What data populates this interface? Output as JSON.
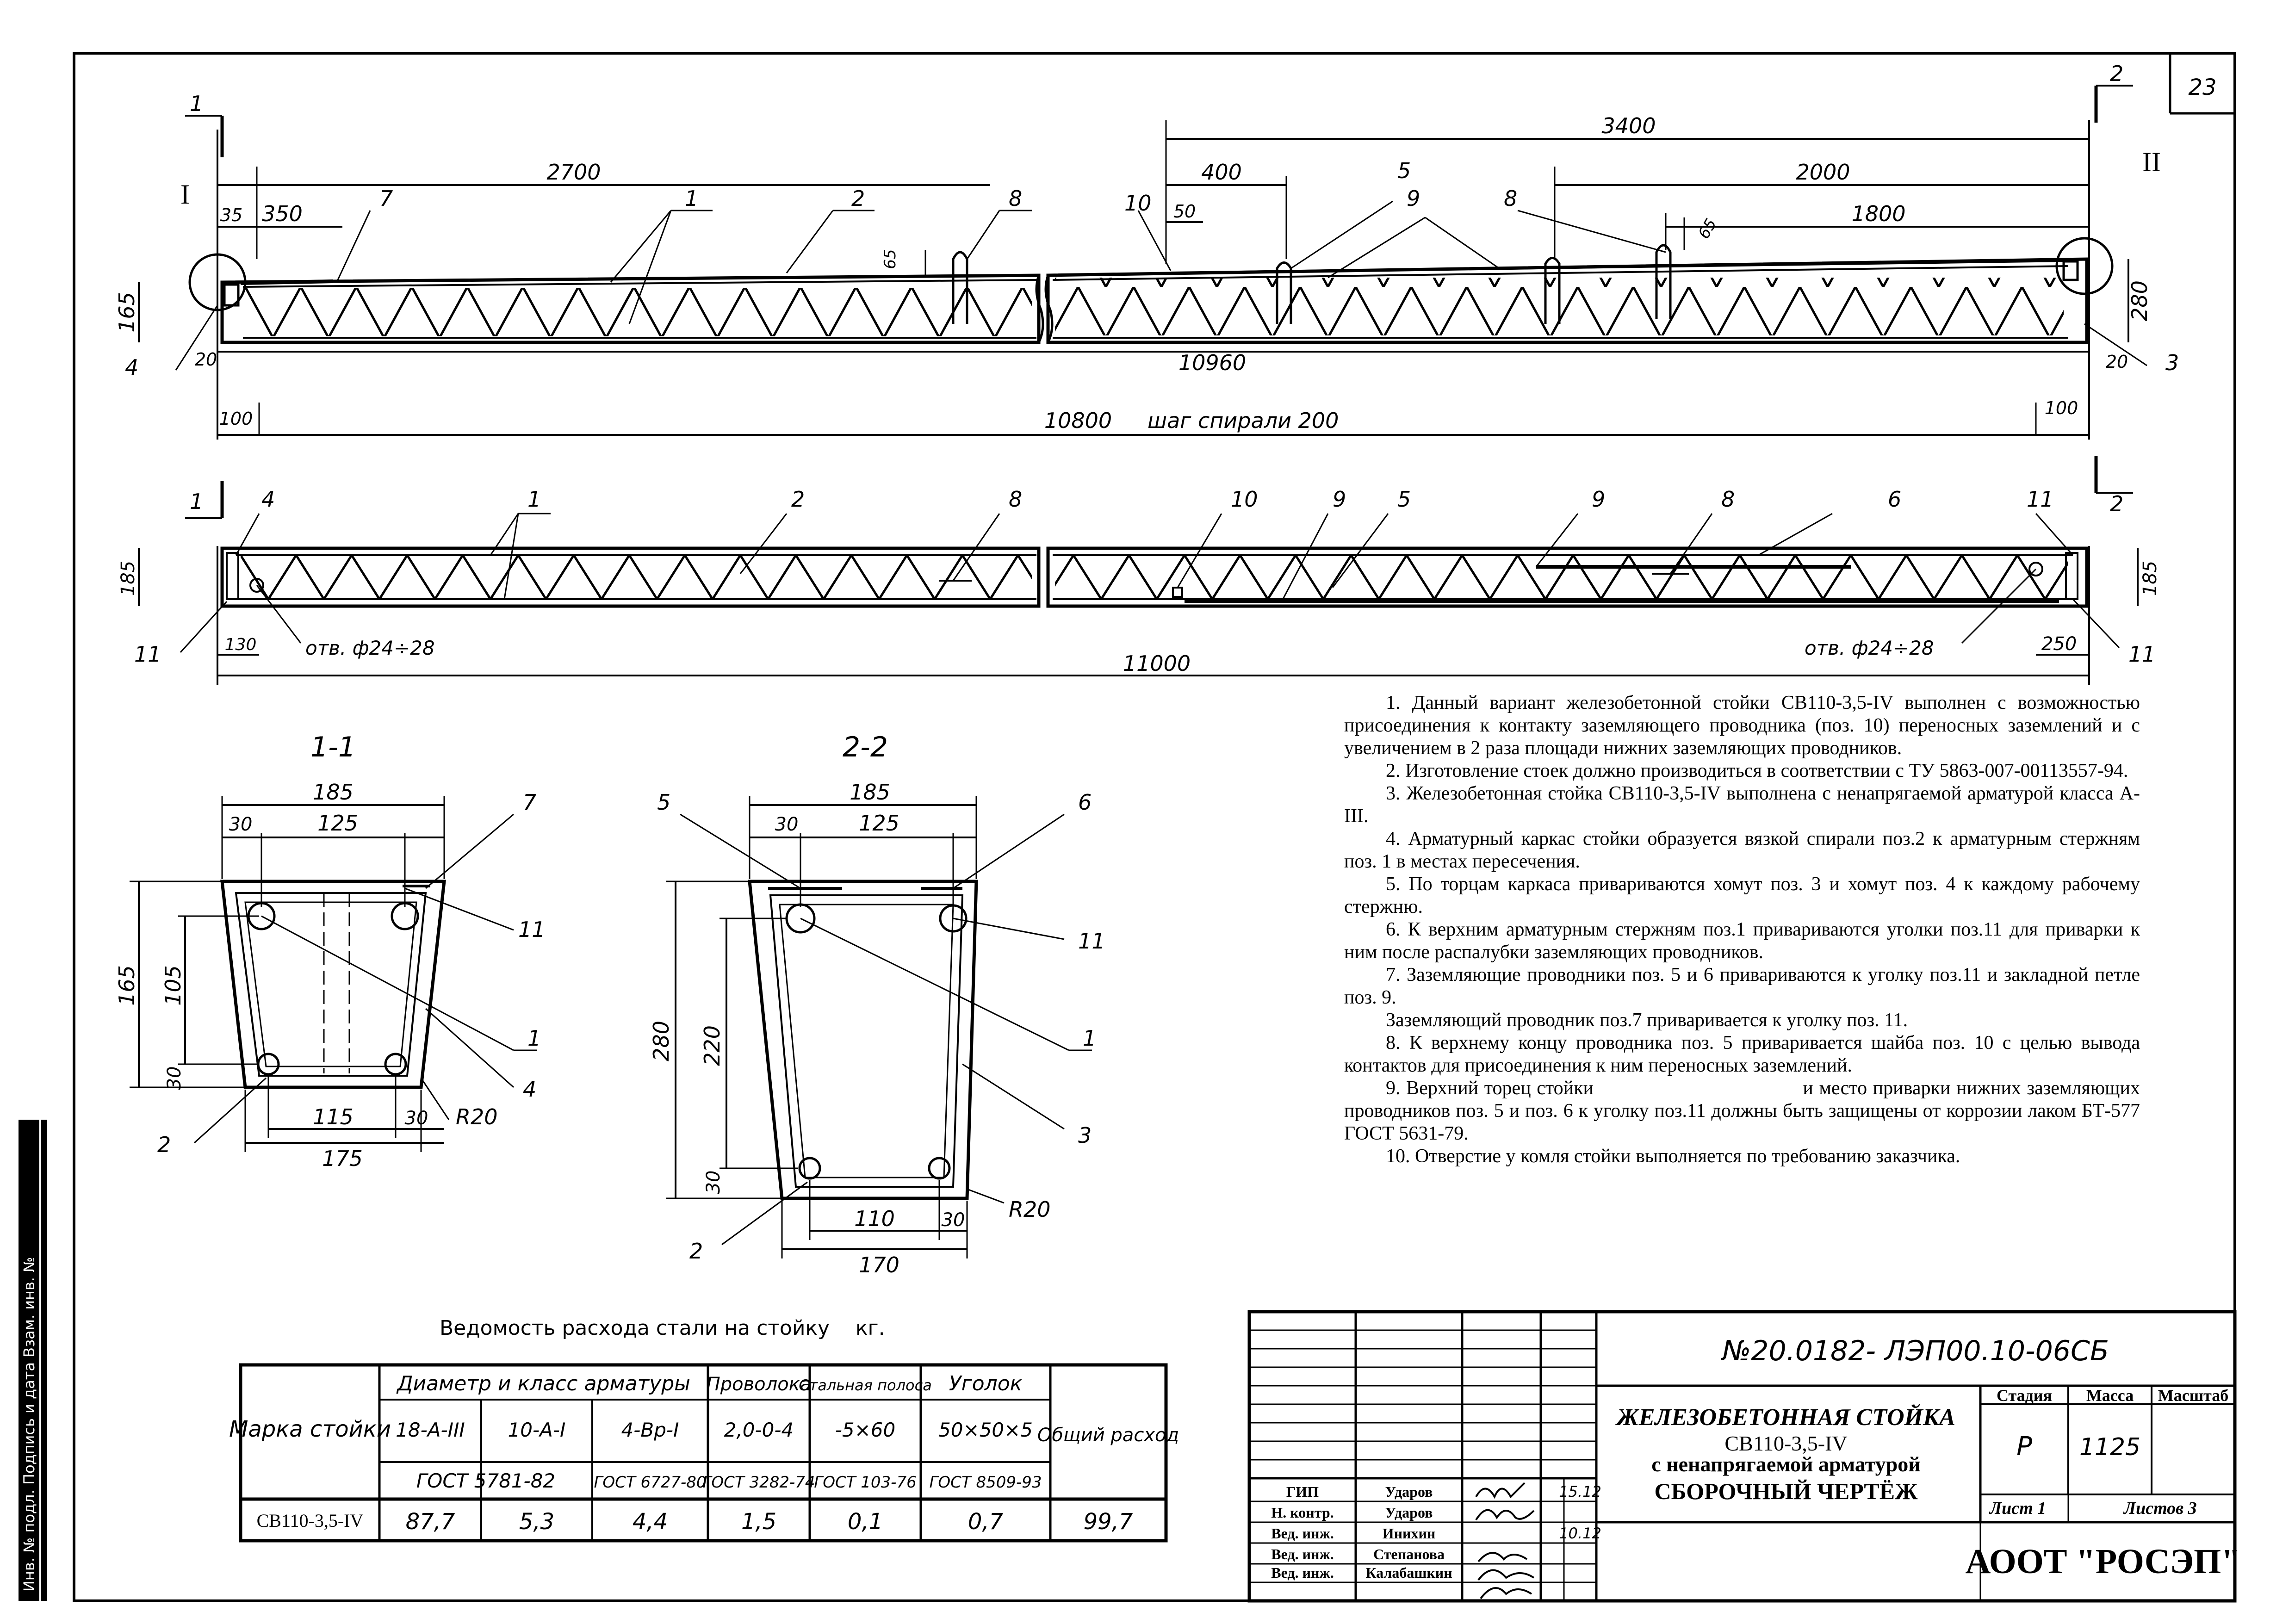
{
  "sheet": {
    "sheet_number": "23",
    "doc_code": "№20.0182- ЛЭП00.10-06СБ",
    "title_lines": [
      "ЖЕЛЕЗОБЕТОННАЯ СТОЙКА",
      "СВ110-3,5-IV",
      "с ненапрягаемой арматурой",
      "СБОРОЧНЫЙ ЧЕРТЁЖ"
    ],
    "stage_label": "Стадия",
    "mass_label": "Масса",
    "scale_label": "Масштаб",
    "stage": "Р",
    "mass": "1125",
    "sheet_label": "Лист 1",
    "sheets_label": "Листов 3",
    "company": "АООТ \"РОСЭП\"",
    "signatures": [
      {
        "role": "ГИП",
        "name": "Ударов",
        "date": "15.12"
      },
      {
        "role": "Н. контр.",
        "name": "Ударов",
        "date": ""
      },
      {
        "role": "Вед. инж.",
        "name": "Инихин",
        "date": "10.12"
      },
      {
        "role": "Вед. инж.",
        "name": "Степанова",
        "date": ""
      },
      {
        "role": "Вед. инж.",
        "name": "Калабашкин",
        "date": ""
      }
    ],
    "side_stamp": "Инв. № подл.   Подпись и дата   Взам. инв. №"
  },
  "elevation": {
    "dims": {
      "d2700": "2700",
      "d350": "350",
      "d35": "35",
      "d165": "165",
      "d20": "20",
      "d10960": "10960",
      "d100": "100",
      "d10800": "10800",
      "spiral": "шаг спирали 200",
      "d3400": "3400",
      "d400": "400",
      "d50": "50",
      "d2000": "2000",
      "d1800": "1800",
      "d65": "65",
      "d280": "280"
    },
    "callouts": [
      "1",
      "2",
      "3",
      "4",
      "5",
      "7",
      "8",
      "9",
      "10"
    ],
    "detail_marks": [
      "I",
      "II"
    ],
    "section_marks": [
      "1",
      "2"
    ]
  },
  "plan": {
    "dims": {
      "d185": "185",
      "d130": "130",
      "d250": "250",
      "d11000": "11000"
    },
    "hole_note": "отв. ф24÷28",
    "callouts": [
      "1",
      "2",
      "4",
      "5",
      "6",
      "8",
      "9",
      "10",
      "11"
    ]
  },
  "section11": {
    "title": "1-1",
    "dims": {
      "w185": "185",
      "w30": "30",
      "w125": "125",
      "h165": "165",
      "h105": "105",
      "h30": "30",
      "b115": "115",
      "b30": "30",
      "b175": "175",
      "r20": "R20"
    },
    "callouts": [
      "1",
      "2",
      "4",
      "7",
      "11"
    ]
  },
  "section22": {
    "title": "2-2",
    "dims": {
      "w185": "185",
      "w30": "30",
      "w125": "125",
      "h280": "280",
      "h220": "220",
      "h30": "30",
      "b110": "110",
      "b30": "30",
      "b170": "170",
      "r20": "R20"
    },
    "callouts": [
      "1",
      "2",
      "3",
      "5",
      "6",
      "11"
    ]
  },
  "steel_table": {
    "caption": "Ведомость расхода стали на стойку    кг.",
    "col_mark": "Марка стойки",
    "group_rebar": "Диаметр и класс арматуры",
    "col_wire": "Проволока",
    "col_strip": "Стальная полоса",
    "col_angle": "Уголок",
    "col_total": "Общий расход",
    "specs": [
      "18-А-III",
      "10-А-I",
      "4-Вр-I",
      "2,0-0-4",
      "-5×60",
      "50×50×5"
    ],
    "gosts": [
      "ГОСТ 5781-82",
      "ГОСТ 6727-80",
      "ГОСТ 3282-74",
      "ГОСТ 103-76",
      "ГОСТ 8509-93"
    ],
    "row": {
      "mark": "СВ110-3,5-IV",
      "values": [
        "87,7",
        "5,3",
        "4,4",
        "1,5",
        "0,1",
        "0,7"
      ],
      "total": "99,7"
    }
  },
  "notes": [
    "1. Данный вариант железобетонной стойки СВ110-3,5-IV выполнен с возможностью присоединения к контакту заземляющего проводника (поз. 10) переносных заземлений и с увеличением в 2 раза площади нижних заземляющих проводников.",
    "2. Изготовление стоек должно производиться в соответствии с ТУ 5863-007-00113557-94.",
    "3. Железобетонная стойка СВ110-3,5-IV выполнена с ненапрягаемой арматурой класса А-III.",
    "4. Арматурный каркас стойки образуется вязкой спирали поз.2 к арматурным стержням поз. 1 в местах пересечения.",
    "5. По торцам каркаса привариваются хомут поз. 3 и хомут поз. 4 к каждому рабочему стержню.",
    "6. К верхним арматурным стержням поз.1 привариваются уголки поз.11 для приварки к ним после распалубки заземляющих проводников.",
    "7. Заземляющие проводники поз. 5 и 6 привариваются к уголку поз.11 и закладной петле поз. 9.",
    "Заземляющий проводник поз.7 приваривается к уголку поз. 11.",
    "8. К верхнему концу проводника поз. 5 приваривается шайба поз. 10 с целью вывода контактов для присоединения к ним переносных заземлений.",
    "9. Верхний торец стойки                                    и место приварки нижних заземляющих проводников поз. 5 и поз. 6 к уголку поз.11 должны быть защищены от коррозии лаком БТ-577 ГОСТ 5631-79.",
    "10. Отверстие у комля стойки выполняется по требованию заказчика."
  ]
}
